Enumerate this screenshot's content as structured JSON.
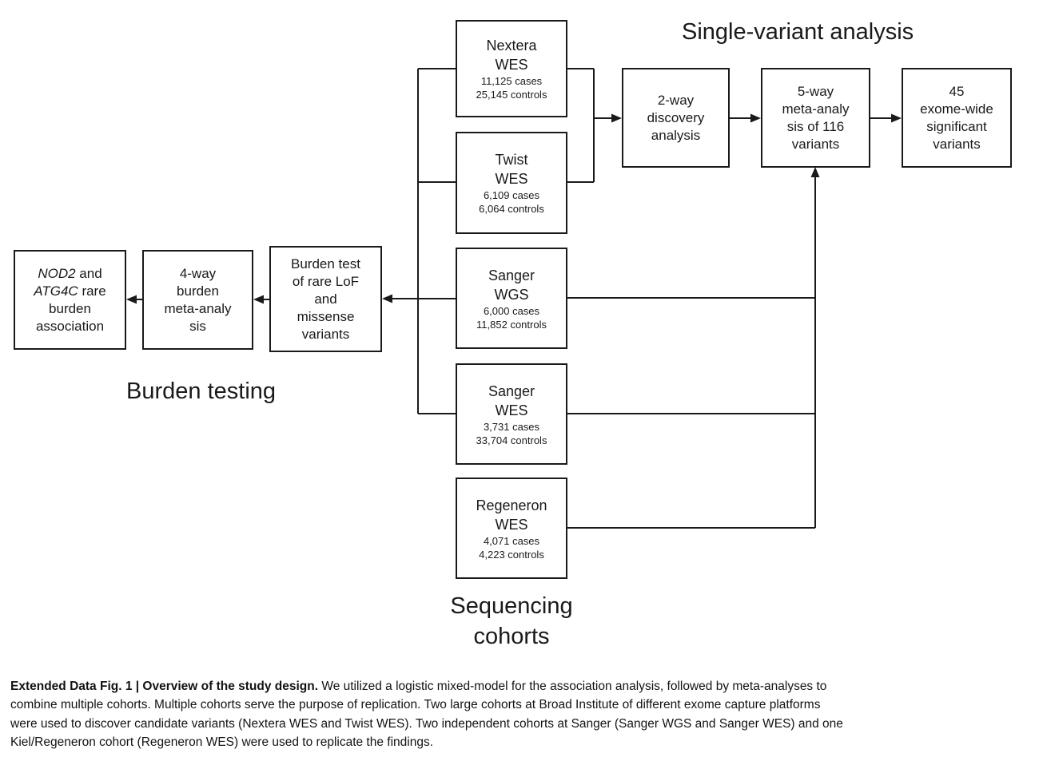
{
  "section_titles": {
    "single_variant": "Single-variant analysis",
    "burden_testing": "Burden testing",
    "sequencing_line1": "Sequencing",
    "sequencing_line2": "cohorts"
  },
  "cohorts": [
    {
      "name_line1": "Nextera",
      "name_line2": "WES",
      "cases": "11,125 cases",
      "controls": "25,145 controls"
    },
    {
      "name_line1": "Twist",
      "name_line2": "WES",
      "cases": "6,109 cases",
      "controls": "6,064 controls"
    },
    {
      "name_line1": "Sanger",
      "name_line2": "WGS",
      "cases": "6,000 cases",
      "controls": "11,852 controls"
    },
    {
      "name_line1": "Sanger",
      "name_line2": "WES",
      "cases": "3,731 cases",
      "controls": "33,704 controls"
    },
    {
      "name_line1": "Regeneron",
      "name_line2": "WES",
      "cases": "4,071 cases",
      "controls": "4,223 controls"
    }
  ],
  "single_variant_flow": {
    "two_way": {
      "lines": [
        "2-way",
        "discovery",
        "analysis"
      ]
    },
    "five_way": {
      "lines": [
        "5-way",
        "meta-analy",
        "sis of 116",
        "variants"
      ]
    },
    "result": {
      "lines": [
        "45",
        "exome-wide",
        "significant",
        "variants"
      ]
    }
  },
  "burden_flow": {
    "burden_test": {
      "lines": [
        "Burden test",
        "of rare LoF",
        "and",
        "missense",
        "variants"
      ]
    },
    "four_way": {
      "lines": [
        "4-way",
        "burden",
        "meta-analy",
        "sis"
      ]
    },
    "result": {
      "line1_gene": "NOD2",
      "line1_rest": " and",
      "line2_gene": "ATG4C",
      "line2_rest": " rare",
      "line3": "burden",
      "line4": "association"
    }
  },
  "caption": {
    "line1_bold": "Extended Data Fig. 1 | Overview of the study design.",
    "line1_rest": " We utilized a logistic mixed-model for the association analysis, followed by meta-analyses to",
    "line2": "combine multiple cohorts. Multiple cohorts serve the purpose of replication. Two large cohorts at Broad Institute of different exome capture platforms",
    "line3": "were used to discover candidate variants (Nextera WES and Twist WES). Two independent cohorts at Sanger (Sanger WGS and Sanger WES) and one",
    "line4": "Kiel/Regeneron cohort (Regeneron WES) were used to replicate the findings."
  },
  "colors": {
    "line": "#1a1a1a",
    "text": "#1a1a1a",
    "background": "#ffffff"
  }
}
